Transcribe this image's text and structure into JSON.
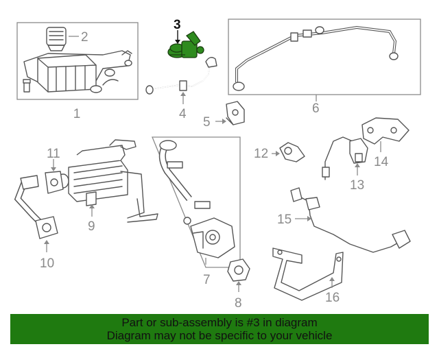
{
  "callouts": {
    "c1": "1",
    "c2": "2",
    "c3": "3",
    "c4": "4",
    "c5": "5",
    "c6": "6",
    "c7": "7",
    "c8": "8",
    "c9": "9",
    "c10": "10",
    "c11": "11",
    "c12": "12",
    "c13": "13",
    "c14": "14",
    "c15": "15",
    "c16": "16"
  },
  "banner": {
    "line1": "Part or sub-assembly is #3 in diagram",
    "line2": "Diagram may not be specific to your vehicle"
  },
  "colors": {
    "highlight": "#2e8b1e",
    "banner_bg": "#1f7a10",
    "line": "#555555",
    "callout": "#8a8a8a"
  }
}
